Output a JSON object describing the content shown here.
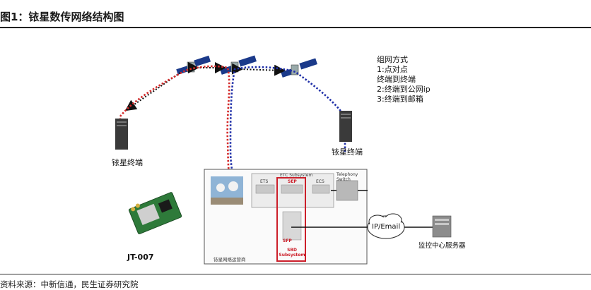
{
  "title": "图1：铱星数传网络结构图",
  "source": "资料来源：中新信通，民生证券研究院",
  "legend": {
    "heading": "组网方式",
    "items": [
      "1:点对点",
      "终端到终端",
      "2:终端到公网ip",
      "3:终端到邮箱"
    ]
  },
  "labels": {
    "left_terminal": "铱星终端",
    "right_terminal": "铱星终端",
    "module": "JT-007",
    "gateway_box": "铱星网络运营商",
    "etc_subsystem": "ETC Subsystem",
    "ets": "ETS",
    "sep": "SEP",
    "ecs": "ECS",
    "telephony_switch": "Telephony Switch",
    "sbd_subsystem": "SBD Subsystem",
    "sfp": "SFP",
    "ip_email": "IP/Email",
    "monitor_server": "监控中心服务器"
  },
  "colors": {
    "red_path": "#d42a2a",
    "blue_path": "#1f2fa8",
    "black_link": "#111111",
    "sbd_box": "#cc1f2a"
  }
}
